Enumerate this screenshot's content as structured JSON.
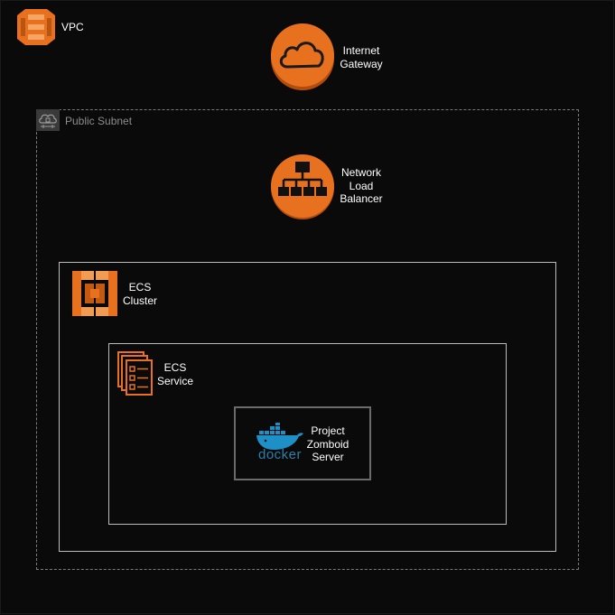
{
  "vpc": {
    "label": "VPC"
  },
  "internet_gateway": {
    "label_line1": "Internet",
    "label_line2": "Gateway"
  },
  "public_subnet": {
    "label": "Public Subnet"
  },
  "nlb": {
    "label_line1": "Network",
    "label_line2": "Load",
    "label_line3": "Balancer"
  },
  "ecs_cluster": {
    "label_line1": "ECS",
    "label_line2": "Cluster"
  },
  "ecs_service": {
    "label_line1": "ECS",
    "label_line2": "Service"
  },
  "docker": {
    "logo_text": "docker",
    "label_line1": "Project",
    "label_line2": "Zomboid",
    "label_line3": "Server"
  },
  "colors": {
    "aws_orange": "#e7711f",
    "icon_dark_orange": "#c45a12",
    "docker_blue": "#1d91c7",
    "docker_text": "#2f7ea8"
  }
}
